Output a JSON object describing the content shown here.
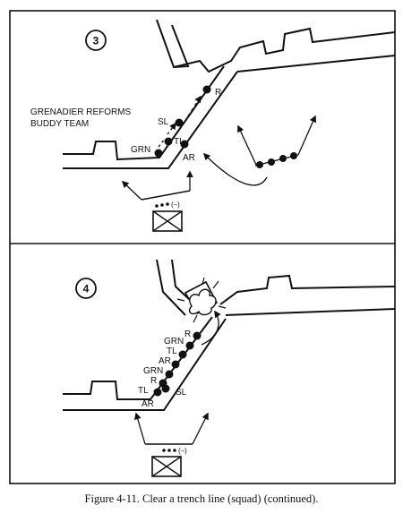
{
  "panels": [
    {
      "number": "3",
      "note_line1": "GRENADIER REFORMS",
      "note_line2": "BUDDY TEAM",
      "labels": {
        "r": "R",
        "sl": "SL",
        "tl": "TL",
        "grn": "GRN",
        "ar": "AR"
      },
      "unit_strength": "(–)"
    },
    {
      "number": "4",
      "labels": {
        "grn1": "GRN",
        "r1": "R",
        "tl1": "TL",
        "ar1": "AR",
        "grn2": "GRN",
        "r2": "R",
        "tl2": "TL",
        "sl": "SL",
        "ar2": "AR"
      },
      "unit_strength": "(–)"
    }
  ],
  "caption": "Figure 4-11. Clear a trench line (squad) (continued)."
}
